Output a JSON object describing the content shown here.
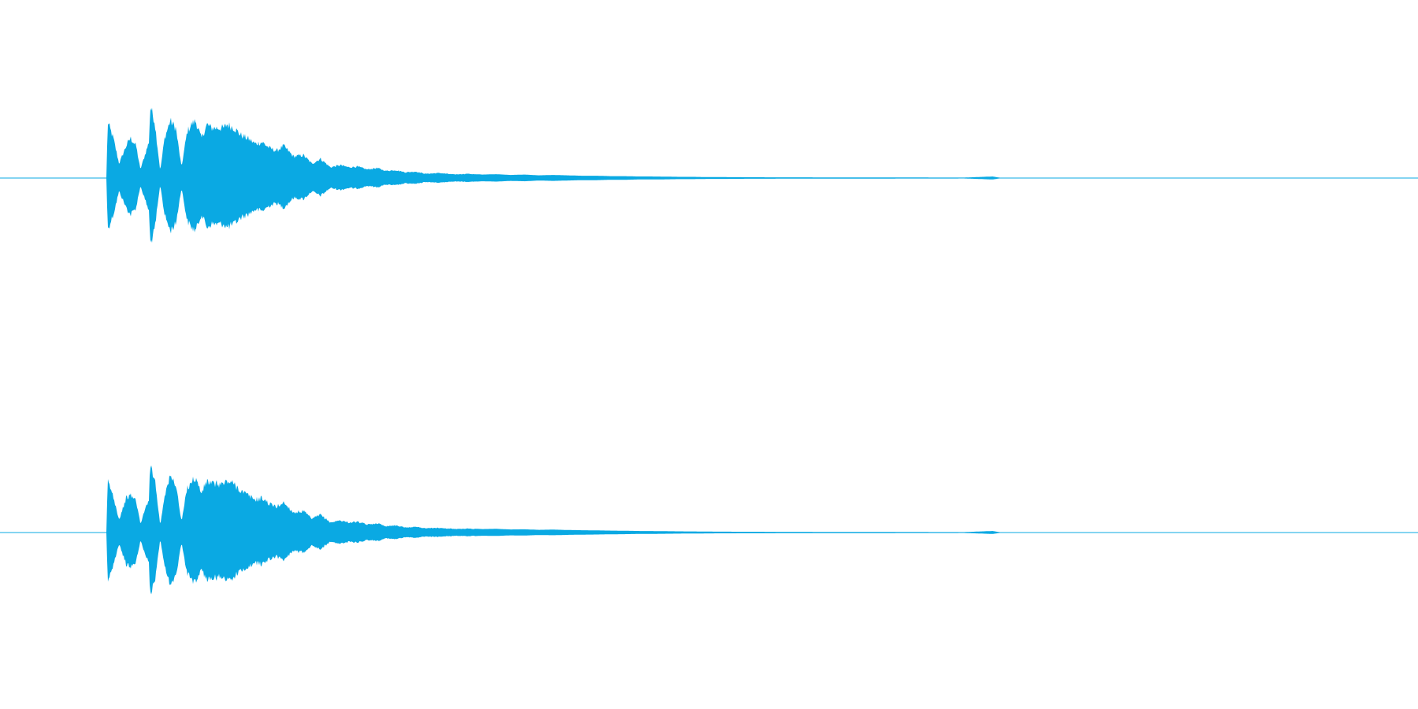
{
  "colors": {
    "background": "#ffffff",
    "waveform": "#0aa9e3"
  },
  "chart_data": {
    "type": "area",
    "channels": 2,
    "grid": false,
    "legend": "none",
    "x_range": [
      0,
      1
    ],
    "y_range": [
      -1,
      1
    ],
    "series": [
      {
        "channel": "left",
        "x": [
          0.0,
          0.075,
          0.076,
          0.08,
          0.084,
          0.089,
          0.092,
          0.096,
          0.099,
          0.105,
          0.106,
          0.109,
          0.113,
          0.116,
          0.12,
          0.124,
          0.128,
          0.132,
          0.135,
          0.138,
          0.142,
          0.146,
          0.149,
          0.154,
          0.158,
          0.16,
          0.165,
          0.17,
          0.175,
          0.18,
          0.185,
          0.19,
          0.195,
          0.2,
          0.207,
          0.214,
          0.22,
          0.226,
          0.233,
          0.24,
          0.246,
          0.252,
          0.259,
          0.266,
          0.272,
          0.279,
          0.286,
          0.293,
          0.3,
          0.31,
          0.32,
          0.33,
          0.34,
          0.35,
          0.36,
          0.37,
          0.38,
          0.39,
          0.4,
          0.41,
          0.42,
          0.43,
          0.44,
          0.45,
          0.46,
          0.47,
          0.48,
          0.49,
          0.5,
          0.51,
          0.53,
          0.56,
          0.6,
          0.64,
          0.68,
          0.7,
          0.705,
          0.71,
          0.72,
          0.74,
          0.76,
          1.0
        ],
        "amplitude": [
          0,
          0,
          0.78,
          0.55,
          0.2,
          0.45,
          0.56,
          0.45,
          0.12,
          0.5,
          1.0,
          0.8,
          0.1,
          0.55,
          0.8,
          0.7,
          0.15,
          0.65,
          0.75,
          0.8,
          0.55,
          0.75,
          0.7,
          0.7,
          0.7,
          0.75,
          0.7,
          0.6,
          0.55,
          0.48,
          0.5,
          0.42,
          0.38,
          0.45,
          0.3,
          0.32,
          0.2,
          0.27,
          0.15,
          0.18,
          0.15,
          0.16,
          0.12,
          0.14,
          0.1,
          0.11,
          0.08,
          0.09,
          0.06,
          0.07,
          0.05,
          0.06,
          0.045,
          0.05,
          0.04,
          0.045,
          0.035,
          0.04,
          0.035,
          0.03,
          0.03,
          0.025,
          0.025,
          0.02,
          0.02,
          0.018,
          0.015,
          0.015,
          0.012,
          0.012,
          0.01,
          0.009,
          0.008,
          0.007,
          0.006,
          0.02,
          0.005,
          0.004,
          0.003,
          0.002,
          0.001,
          0
        ]
      },
      {
        "channel": "right",
        "x": [
          0.0,
          0.075,
          0.076,
          0.08,
          0.084,
          0.089,
          0.092,
          0.096,
          0.099,
          0.105,
          0.106,
          0.109,
          0.113,
          0.116,
          0.12,
          0.124,
          0.128,
          0.132,
          0.135,
          0.138,
          0.142,
          0.146,
          0.149,
          0.154,
          0.158,
          0.16,
          0.165,
          0.17,
          0.175,
          0.18,
          0.185,
          0.19,
          0.195,
          0.2,
          0.207,
          0.214,
          0.22,
          0.226,
          0.233,
          0.24,
          0.246,
          0.252,
          0.259,
          0.266,
          0.272,
          0.279,
          0.286,
          0.293,
          0.3,
          0.31,
          0.32,
          0.33,
          0.34,
          0.35,
          0.36,
          0.37,
          0.38,
          0.39,
          0.4,
          0.41,
          0.42,
          0.43,
          0.44,
          0.45,
          0.46,
          0.47,
          0.48,
          0.49,
          0.5,
          0.51,
          0.53,
          0.56,
          0.6,
          0.64,
          0.68,
          0.7,
          0.705,
          0.71,
          0.72,
          0.74,
          0.76,
          1.0
        ],
        "amplitude": [
          0,
          0,
          0.72,
          0.5,
          0.18,
          0.48,
          0.52,
          0.45,
          0.12,
          0.48,
          0.95,
          0.78,
          0.1,
          0.52,
          0.78,
          0.68,
          0.15,
          0.62,
          0.72,
          0.76,
          0.55,
          0.72,
          0.68,
          0.68,
          0.68,
          0.72,
          0.68,
          0.58,
          0.52,
          0.46,
          0.48,
          0.4,
          0.36,
          0.42,
          0.28,
          0.3,
          0.19,
          0.25,
          0.14,
          0.17,
          0.14,
          0.15,
          0.11,
          0.13,
          0.09,
          0.1,
          0.07,
          0.08,
          0.06,
          0.065,
          0.05,
          0.055,
          0.045,
          0.048,
          0.04,
          0.042,
          0.035,
          0.038,
          0.033,
          0.03,
          0.028,
          0.025,
          0.023,
          0.02,
          0.019,
          0.017,
          0.015,
          0.014,
          0.012,
          0.011,
          0.01,
          0.009,
          0.008,
          0.007,
          0.006,
          0.02,
          0.005,
          0.004,
          0.003,
          0.002,
          0.001,
          0
        ]
      }
    ]
  }
}
